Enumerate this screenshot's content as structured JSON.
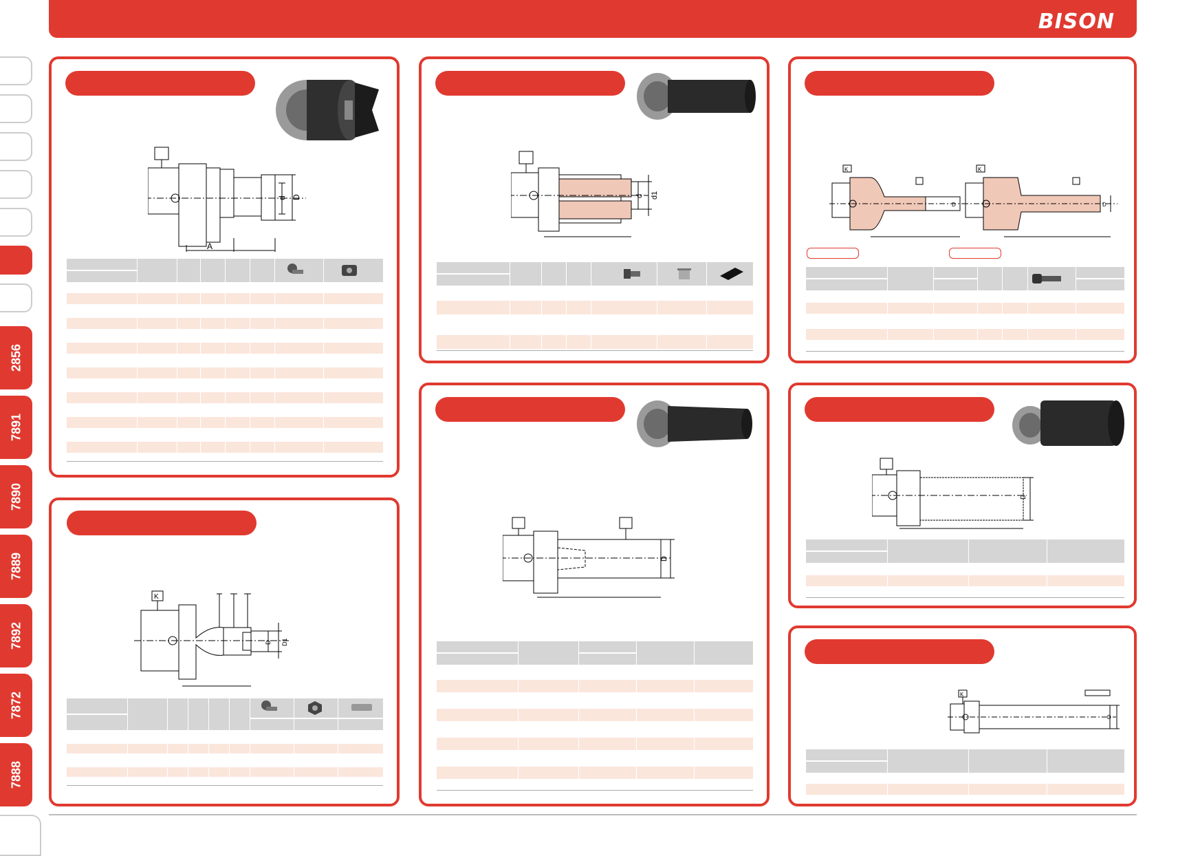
{
  "brand": {
    "logo_text": "BISON",
    "accent": "#e03a30"
  },
  "side_tabs": [
    {
      "label": "2856"
    },
    {
      "label": "7891"
    },
    {
      "label": "7890"
    },
    {
      "label": "7889"
    },
    {
      "label": "7892"
    },
    {
      "label": "7872"
    },
    {
      "label": "7888"
    }
  ],
  "diagram_labels": {
    "p1": {
      "A": "A",
      "d": "d",
      "D": "D"
    },
    "p2": {
      "d": "d",
      "d1": "d1"
    },
    "p4": {
      "K": "K",
      "D": "D",
      "D1": "D1"
    },
    "p5": {
      "D": "D"
    },
    "p6": {
      "K": "K",
      "D": "D"
    },
    "p7": {
      "D": "D"
    },
    "p8": {
      "K": "K",
      "D": "D"
    }
  },
  "icons": [
    "screw-icon",
    "clamp-nut-icon",
    "bolt-icon",
    "pin-icon",
    "wedge-key-icon",
    "lock-nut-icon",
    "key-bar-icon"
  ]
}
